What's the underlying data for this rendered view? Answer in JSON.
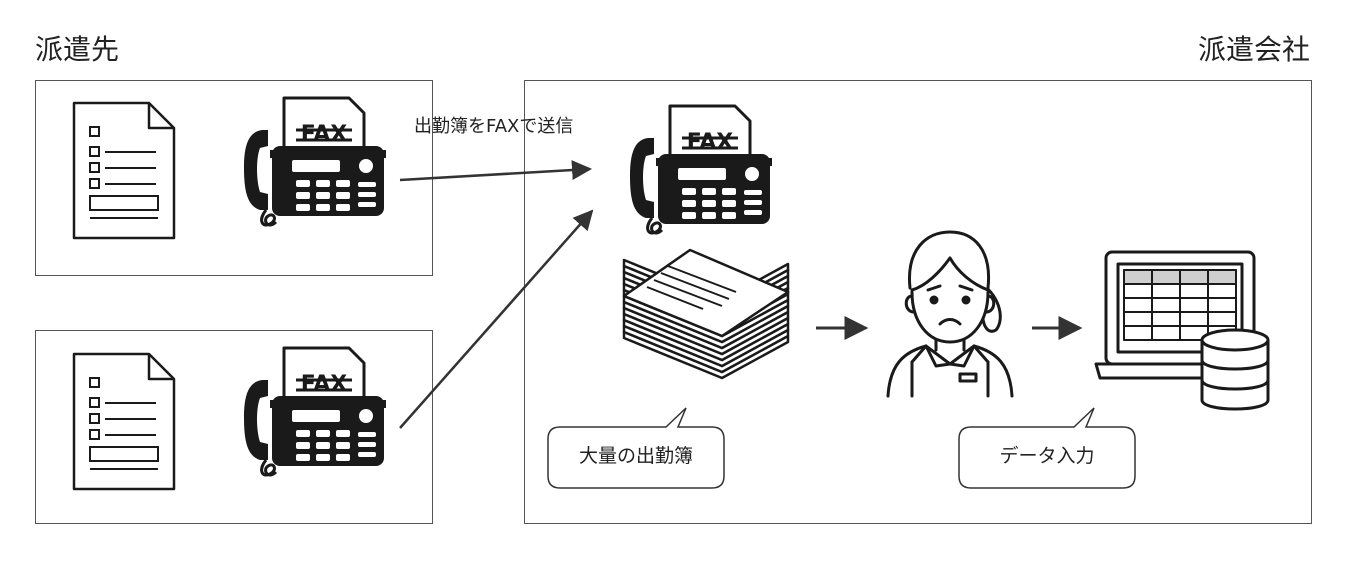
{
  "headings": {
    "client": "派遣先",
    "agency": "派遣会社"
  },
  "flow": {
    "fax_label": "出勤簿をFAXで送信"
  },
  "icons": {
    "fax_text": "FAX"
  },
  "callouts": {
    "timesheets": "大量の出勤簿",
    "data_entry": "データ入力"
  },
  "colors": {
    "line": "#333333",
    "panel_border": "#555555",
    "icon": "#1a1a1a",
    "text": "#222222"
  }
}
